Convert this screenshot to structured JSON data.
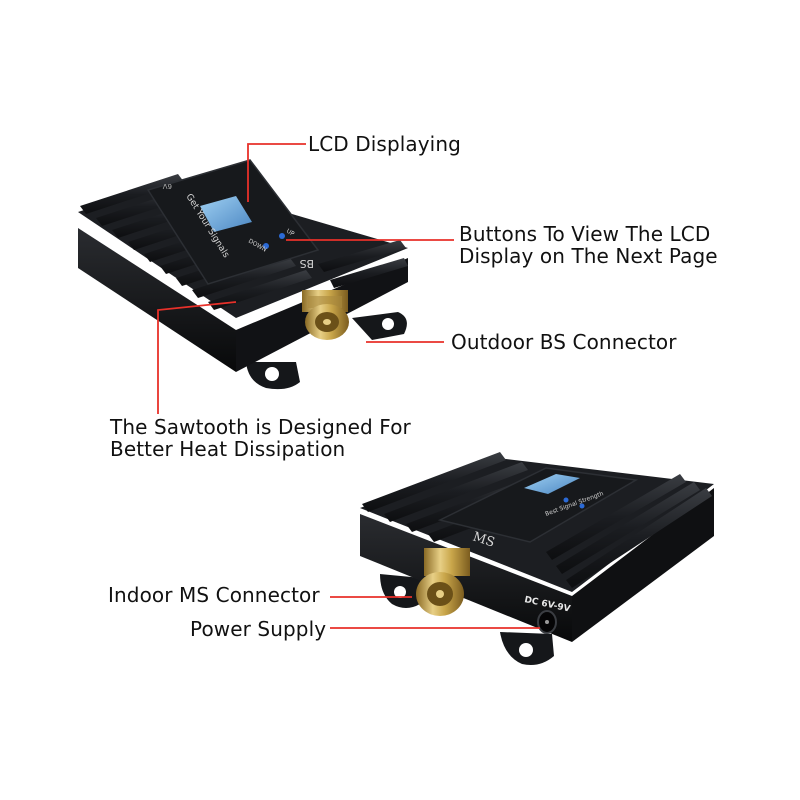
{
  "callouts": {
    "lcd": "LCD Displaying",
    "buttons_line1": "Buttons To View The LCD",
    "buttons_line2": "Display on The Next Page",
    "outdoor": "Outdoor BS Connector",
    "sawtooth_line1": "The Sawtooth is Designed For",
    "sawtooth_line2": "Better Heat Dissipation",
    "indoor": "Indoor MS Connector",
    "power": "Power Supply"
  },
  "device_top": {
    "model_text": "Get Your Signals",
    "button_down": "DOWN",
    "button_up": "UP",
    "port_label": "BS",
    "corner_label": "6V"
  },
  "device_bottom": {
    "model_text": "Best Signal Strength",
    "port_label": "MS",
    "dc_label": "DC 6V-9V"
  },
  "colors": {
    "leader_line": "#e8312a",
    "body": "#15171a",
    "connector": "#c9a64a",
    "lcd": "#6aa9d8",
    "button": "#2b6ad6"
  }
}
